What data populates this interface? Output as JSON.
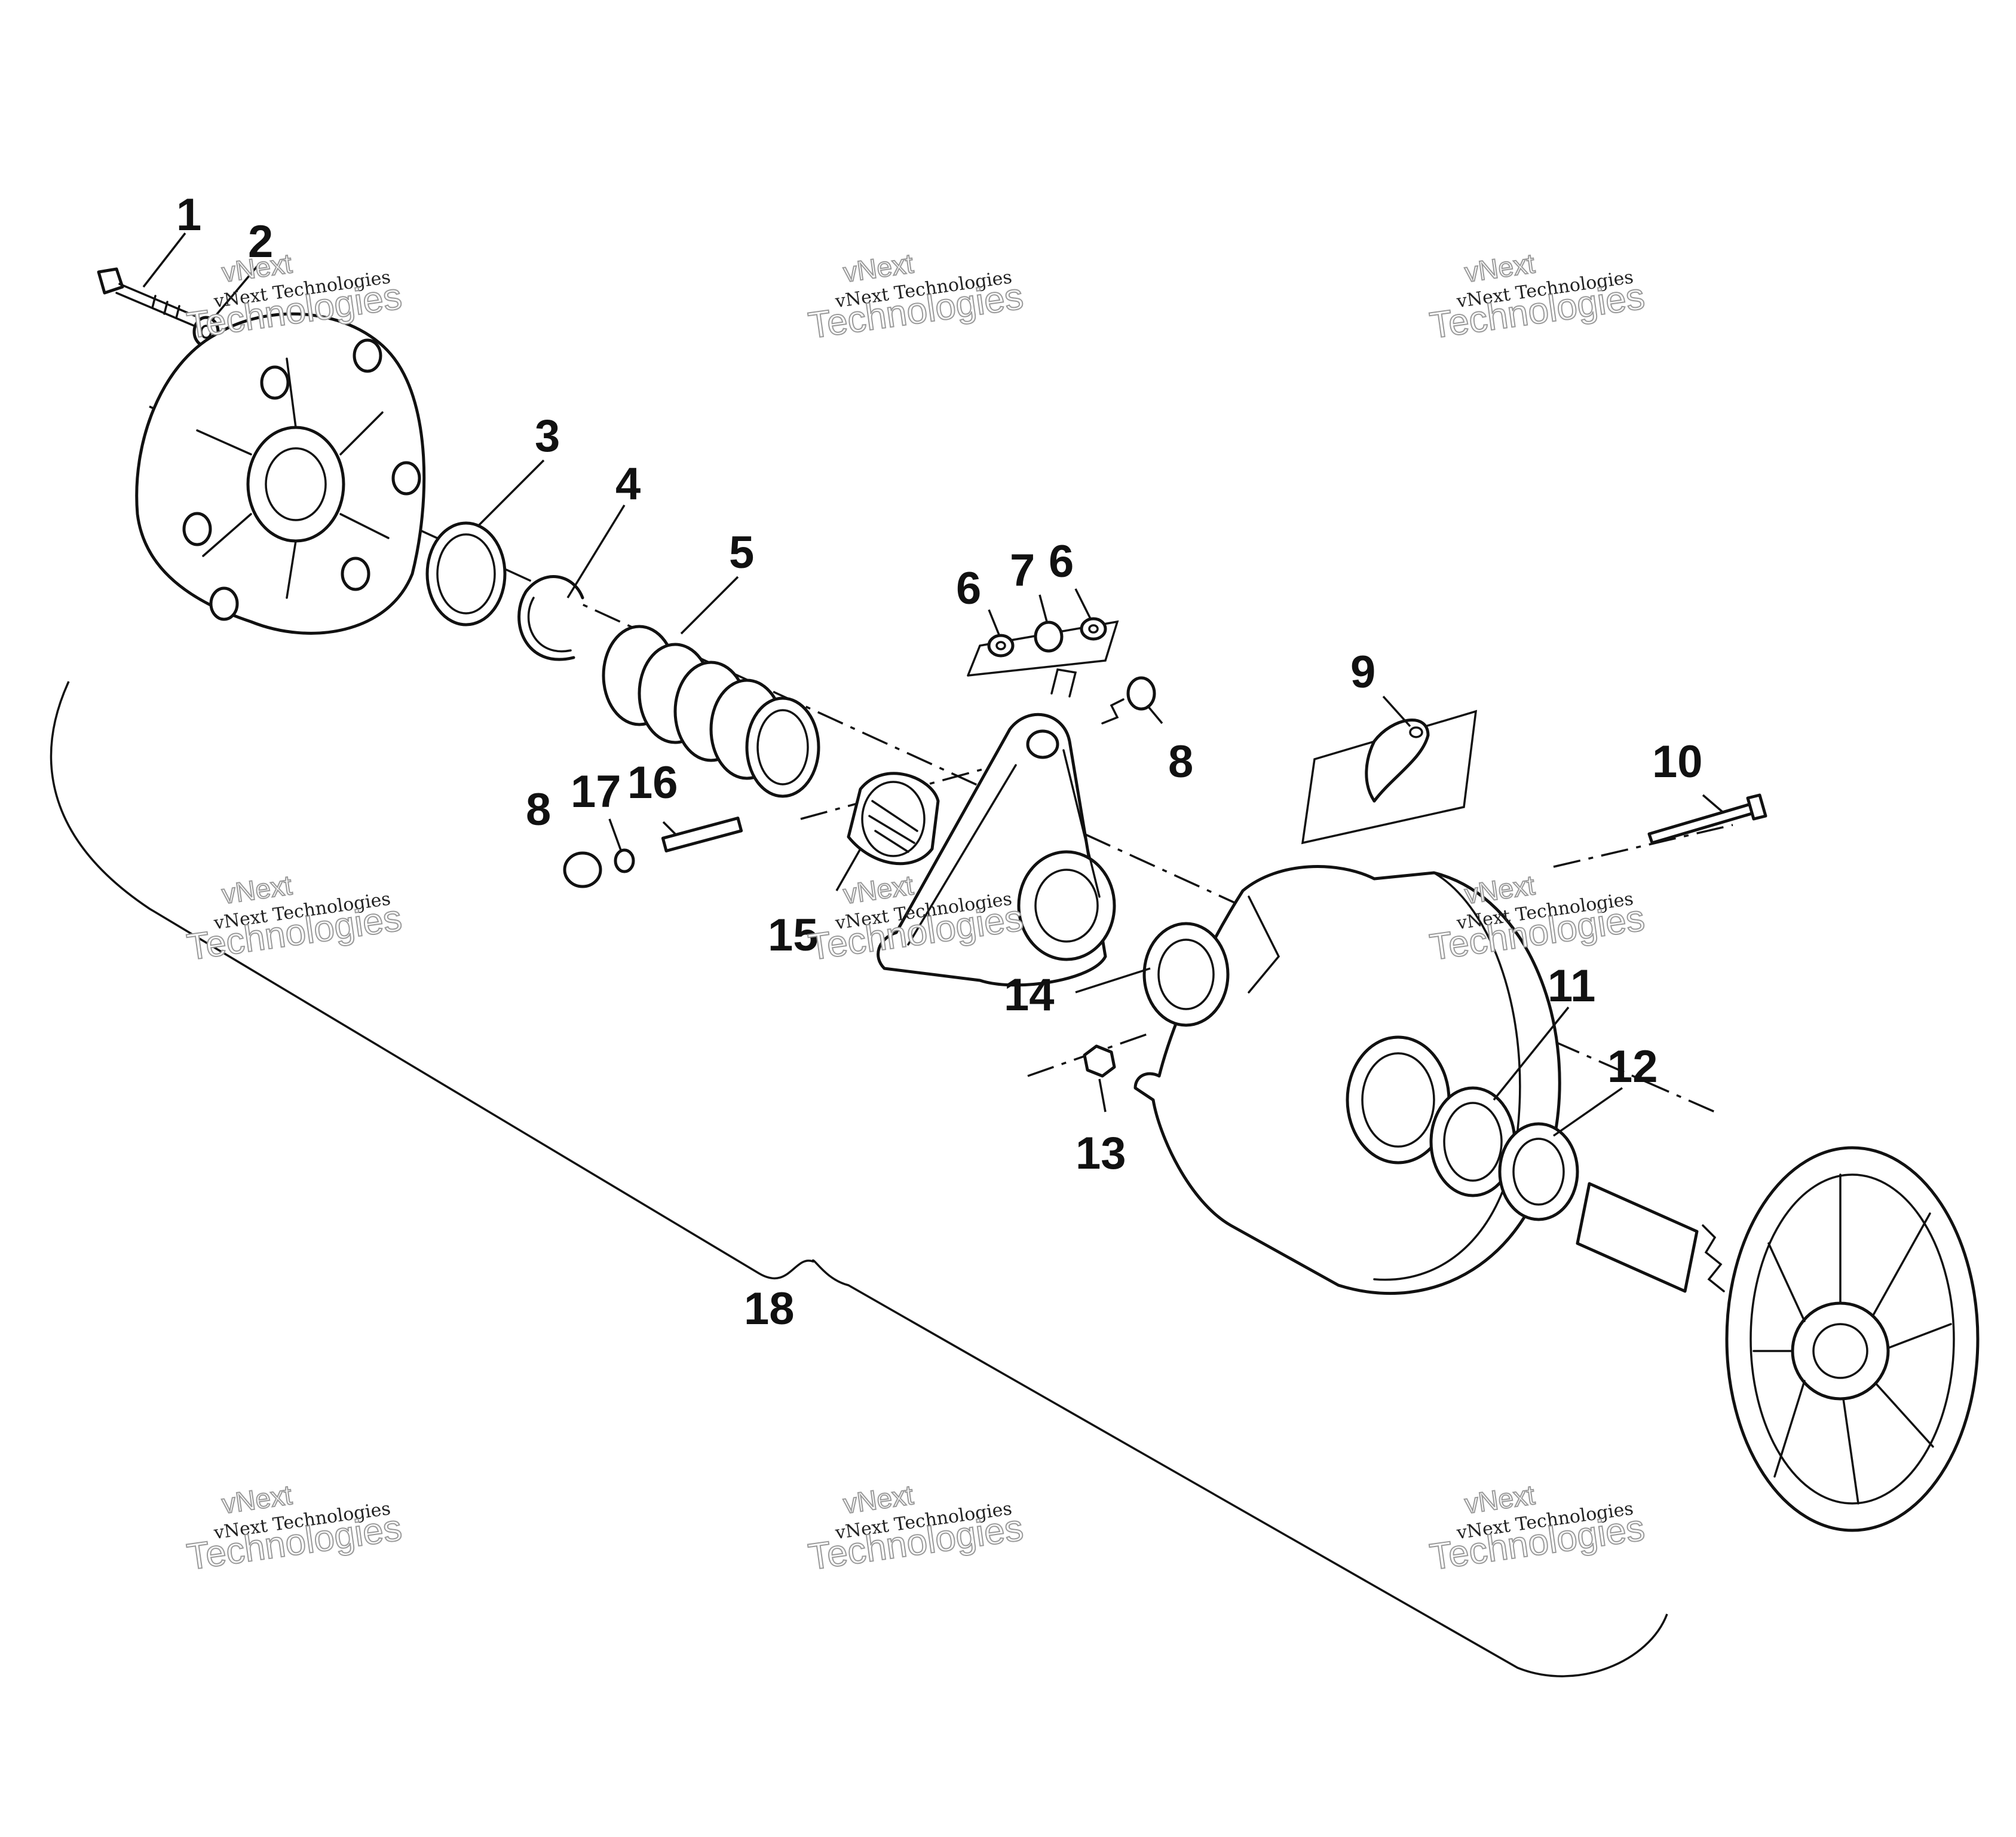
{
  "diagram": {
    "callouts": [
      {
        "id": "c1",
        "text": "1"
      },
      {
        "id": "c2",
        "text": "2"
      },
      {
        "id": "c3",
        "text": "3"
      },
      {
        "id": "c4",
        "text": "4"
      },
      {
        "id": "c5",
        "text": "5"
      },
      {
        "id": "c6a",
        "text": "6"
      },
      {
        "id": "c7",
        "text": "7"
      },
      {
        "id": "c6b",
        "text": "6"
      },
      {
        "id": "c8a",
        "text": "8"
      },
      {
        "id": "c9",
        "text": "9"
      },
      {
        "id": "c10",
        "text": "10"
      },
      {
        "id": "c8b",
        "text": "8"
      },
      {
        "id": "c17",
        "text": "17"
      },
      {
        "id": "c16",
        "text": "16"
      },
      {
        "id": "c15",
        "text": "15"
      },
      {
        "id": "c14",
        "text": "14"
      },
      {
        "id": "c13",
        "text": "13"
      },
      {
        "id": "c11",
        "text": "11"
      },
      {
        "id": "c12",
        "text": "12"
      },
      {
        "id": "c18",
        "text": "18"
      }
    ]
  },
  "watermark": {
    "line1": "vNext",
    "line2": "vNext Technologies",
    "line3": "Technologies"
  }
}
